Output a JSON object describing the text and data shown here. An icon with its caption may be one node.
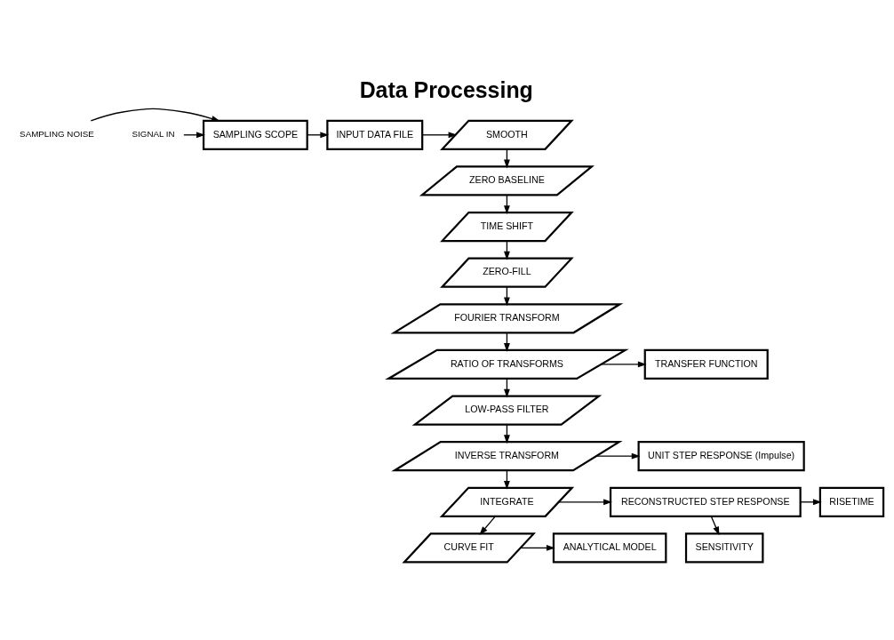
{
  "diagram": {
    "title": "Data Processing",
    "nodes": [
      {
        "text": [
          "SAMPLING SCOPE"
        ]
      },
      {
        "text": [
          "INPUT DATA FILE"
        ]
      },
      {
        "text": [
          "SMOOTH"
        ]
      },
      {
        "text": [
          "ZERO BASELINE"
        ]
      },
      {
        "text": [
          "TIME SHIFT"
        ]
      },
      {
        "text": [
          "ZERO-FILL"
        ]
      },
      {
        "text": [
          "FOURIER TRANSFORM"
        ]
      },
      {
        "text": [
          "RATIO OF TRANSFORMS"
        ]
      },
      {
        "text": [
          "TRANSFER FUNCTION"
        ]
      },
      {
        "text": [
          "LOW-PASS FILTER"
        ]
      },
      {
        "text": [
          "INVERSE TRANSFORM"
        ]
      },
      {
        "text": [
          "UNIT STEP RESPONSE (Impulse)"
        ]
      },
      {
        "text": [
          "INTEGRATE"
        ]
      },
      {
        "text": [
          "RECONSTRUCTED STEP RESPONSE"
        ]
      },
      {
        "text": [
          "RISETIME"
        ]
      },
      {
        "text": [
          "SENSITIVITY"
        ]
      },
      {
        "text": [
          "CURVE FIT"
        ]
      },
      {
        "text": [
          "ANALYTICAL MODEL"
        ]
      },
      {
        "text": [
          "SAMPLING NOISE"
        ]
      },
      {
        "text": [
          "SIGNAL IN"
        ]
      }
    ],
    "edges": [
      {
        "from": 19,
        "to": 0,
        "arrow": "to"
      },
      {
        "from": 18,
        "to": 0,
        "arrow": "to"
      },
      {
        "from": 0,
        "to": 1,
        "arrow": "to"
      },
      {
        "from": 1,
        "to": 2,
        "arrow": "to"
      },
      {
        "from": 2,
        "to": 3,
        "arrow": "to"
      },
      {
        "from": 3,
        "to": 4,
        "arrow": "to"
      },
      {
        "from": 4,
        "to": 5,
        "arrow": "to"
      },
      {
        "from": 5,
        "to": 6,
        "arrow": "to"
      },
      {
        "from": 6,
        "to": 7,
        "arrow": "to"
      },
      {
        "from": 7,
        "to": 8,
        "arrow": "to"
      },
      {
        "from": 7,
        "to": 9,
        "arrow": "to"
      },
      {
        "from": 9,
        "to": 10,
        "arrow": "to"
      },
      {
        "from": 10,
        "to": 11,
        "arrow": "to"
      },
      {
        "from": 10,
        "to": 12,
        "arrow": "to"
      },
      {
        "from": 12,
        "to": 13,
        "arrow": "to"
      },
      {
        "from": 13,
        "to": 14,
        "arrow": "to"
      },
      {
        "from": 13,
        "to": 15,
        "arrow": "to"
      },
      {
        "from": 12,
        "to": 16,
        "arrow": "to"
      },
      {
        "from": 16,
        "to": 17,
        "arrow": "to"
      }
    ]
  }
}
